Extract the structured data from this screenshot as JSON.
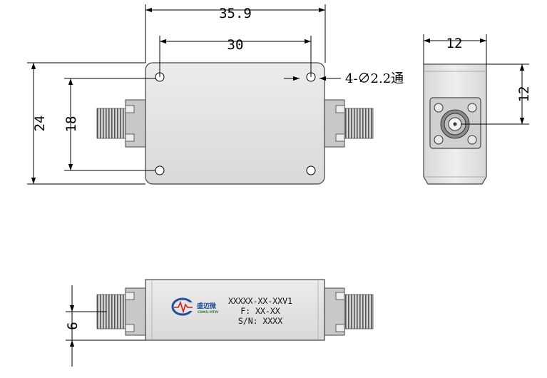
{
  "dimensions": {
    "overall_length": "35.9",
    "hole_spacing_x": "30",
    "overall_height": "24",
    "hole_spacing_y": "18",
    "side_width": "12",
    "side_height": "12",
    "bottom_height": "6"
  },
  "hole_note": "4-∅2.2通",
  "label": {
    "model": "XXXXX-XX-XXV1",
    "frequency": "F: XX-XX",
    "serial": "S/N: XXXX"
  },
  "logo": {
    "name": "盛迈微",
    "sub": "CDMS-MTW"
  },
  "colors": {
    "body_fill": "#e3e3e3",
    "thread_dark": "#555555",
    "connector_fill": "#bdbdbd",
    "logo_blue": "#1e4f9a",
    "logo_red": "#d22020",
    "logo_green": "#2f7f2f"
  }
}
